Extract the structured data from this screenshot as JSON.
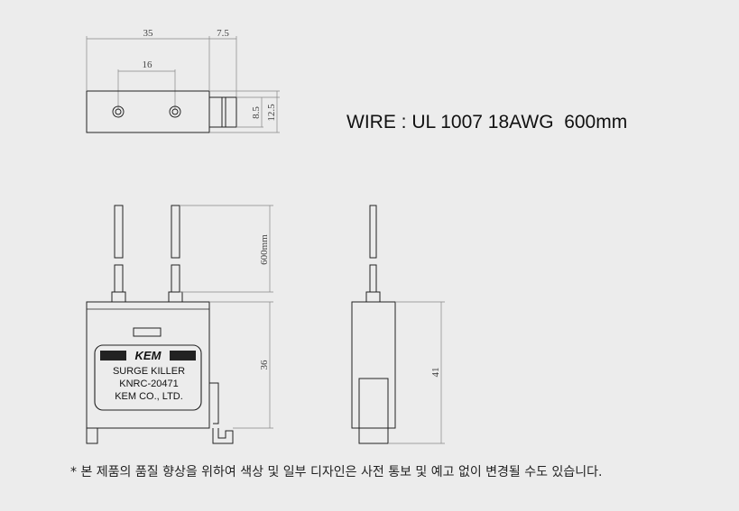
{
  "spec_text": "WIRE : UL 1007 18AWG  600mm",
  "notice": "* 본 제품의 품질 향상을 위하여 색상 및 일부 디자인은 사전 통보 및 예고 없이 변경될 수도 있습니다.",
  "top_view": {
    "dim_length": "35",
    "dim_wire_exit": "7.5",
    "dim_hole_spacing": "16",
    "dim_height_inner": "8.5",
    "dim_height_outer": "12.5"
  },
  "front_view": {
    "dim_wire_length": "600mm",
    "dim_body_height": "36",
    "label": {
      "brand": "KEM",
      "line1": "SURGE KILLER",
      "line2": "KNRC-20471",
      "line3": "KEM CO., LTD."
    }
  },
  "side_view": {
    "dim_total_height": "41"
  }
}
